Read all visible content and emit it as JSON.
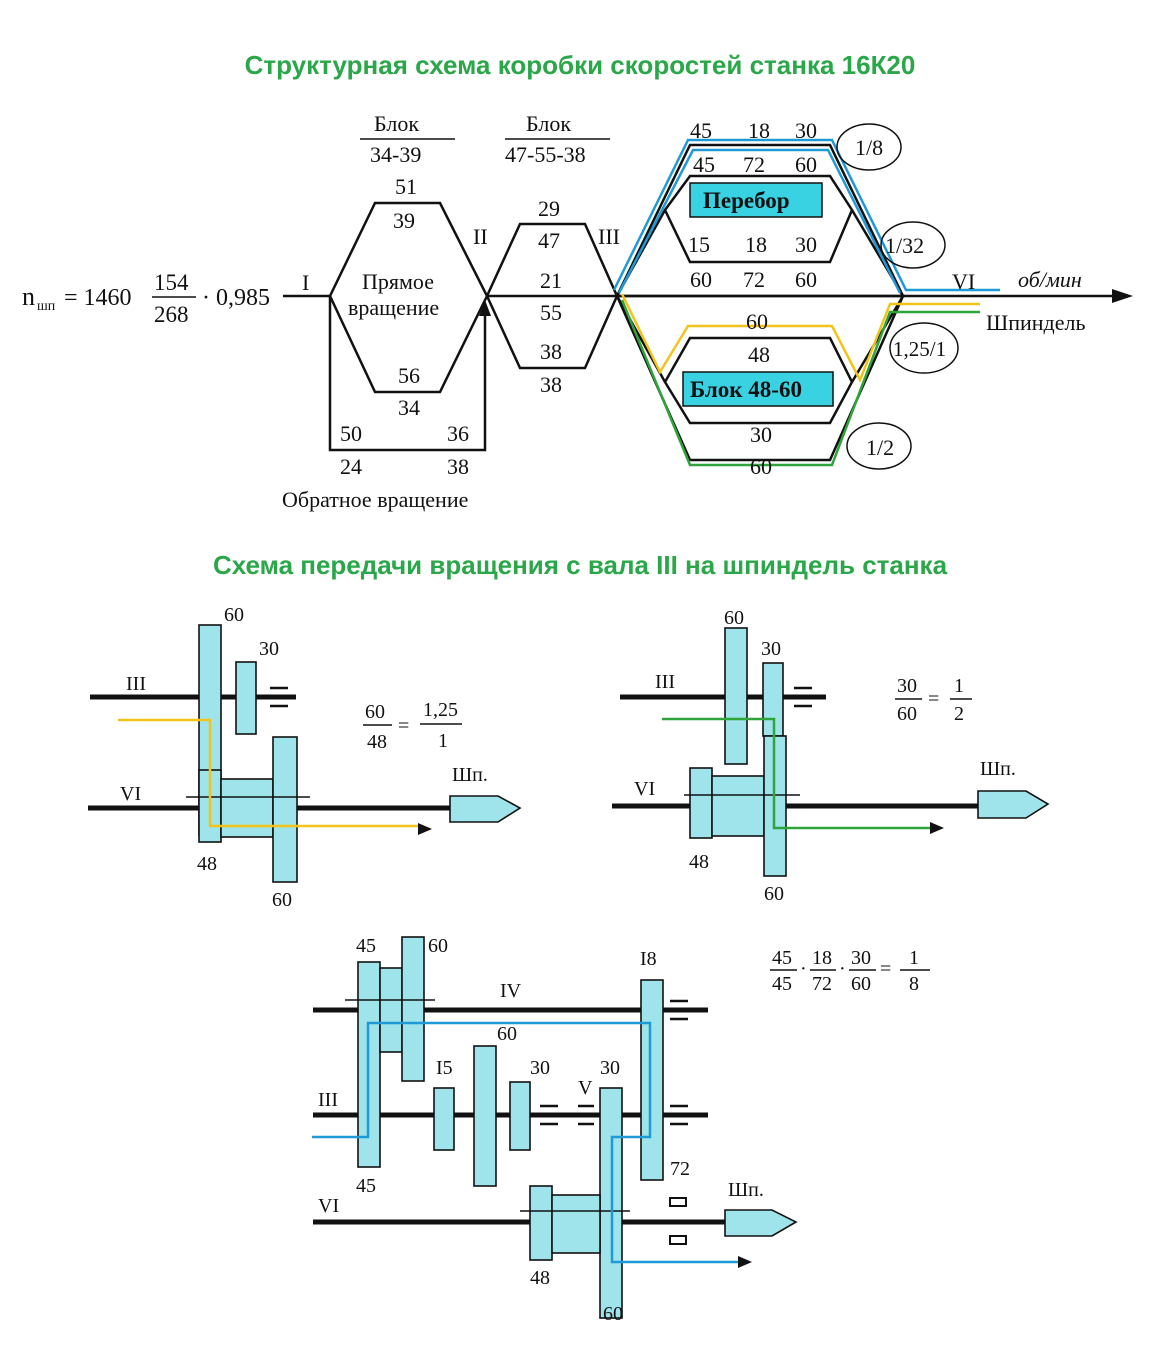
{
  "titles": {
    "top": "Структурная схема коробки скоростей станка 16К20",
    "bottom": "Схема передачи вращения с вала III на шпиндель станка"
  },
  "colors": {
    "title": "#2aa748",
    "gear": "#9ee4ea",
    "yellow": "#f2c41b",
    "green": "#2ea43a",
    "blue": "#1f9ad6"
  },
  "structure": {
    "formula_n": "n",
    "formula_sub": "шп",
    "formula_eq": "= 1460",
    "formula_num": "154",
    "formula_den": "268",
    "formula_coef": "· 0,985",
    "shaft_I": "I",
    "shaft_II": "II",
    "shaft_III": "III",
    "shaft_VI": "VI",
    "block1_label": "Блок",
    "block1_range": "34-39",
    "block2_label": "Блок",
    "block2_range": "47-55-38",
    "direct_rotation_1": "Прямое",
    "direct_rotation_2": "вращение",
    "reverse_rotation": "Обратное вращение",
    "gears_I_II": [
      "51",
      "39",
      "56",
      "34",
      "50",
      "24",
      "36",
      "38"
    ],
    "gears_II_III": [
      "29",
      "47",
      "21",
      "55",
      "38",
      "38"
    ],
    "perebor_top": [
      "45",
      "18",
      "30"
    ],
    "perebor_mid": [
      "45",
      "72",
      "60"
    ],
    "perebor_low_top": [
      "15",
      "18",
      "30"
    ],
    "perebor_low_bot": [
      "60",
      "72",
      "60"
    ],
    "perebor_label": "Перебор",
    "block48_top": "60",
    "block48_mid": "48",
    "block48_label": "Блок 48-60",
    "block48_low_top": "30",
    "block48_low_bot": "60",
    "ratio_1_8": "1/8",
    "ratio_1_32": "1/32",
    "ratio_125": "1,25/1",
    "ratio_1_2": "1/2",
    "output_units": "об/мин",
    "spindle": "Шпиндель"
  },
  "scheme1": {
    "shaft_III": "III",
    "shaft_VI": "VI",
    "gear_top": "60",
    "gear_small": "30",
    "gear_48": "48",
    "gear_60": "60",
    "spindle": "Шп.",
    "ratio_num": "60",
    "ratio_den": "48",
    "ratio_res_num": "1,25",
    "ratio_res_den": "1"
  },
  "scheme2": {
    "shaft_III": "III",
    "shaft_VI": "VI",
    "gear_top": "60",
    "gear_30": "30",
    "gear_48": "48",
    "gear_60": "60",
    "spindle": "Шп.",
    "ratio_num": "30",
    "ratio_den": "60",
    "ratio_res_num": "1",
    "ratio_res_den": "2"
  },
  "scheme3": {
    "shaft_IV": "IV",
    "shaft_III": "III",
    "shaft_V": "V",
    "shaft_VI": "VI",
    "g45a": "45",
    "g60a": "60",
    "g45b": "45",
    "g60b": "60",
    "g15": "I5",
    "g30a": "30",
    "g18": "I8",
    "g30b": "30",
    "g72": "72",
    "g48": "48",
    "g60c": "60",
    "spindle": "Шп.",
    "f1n": "45",
    "f1d": "45",
    "f2n": "18",
    "f2d": "72",
    "f3n": "30",
    "f3d": "60",
    "rn": "1",
    "rd": "8"
  }
}
